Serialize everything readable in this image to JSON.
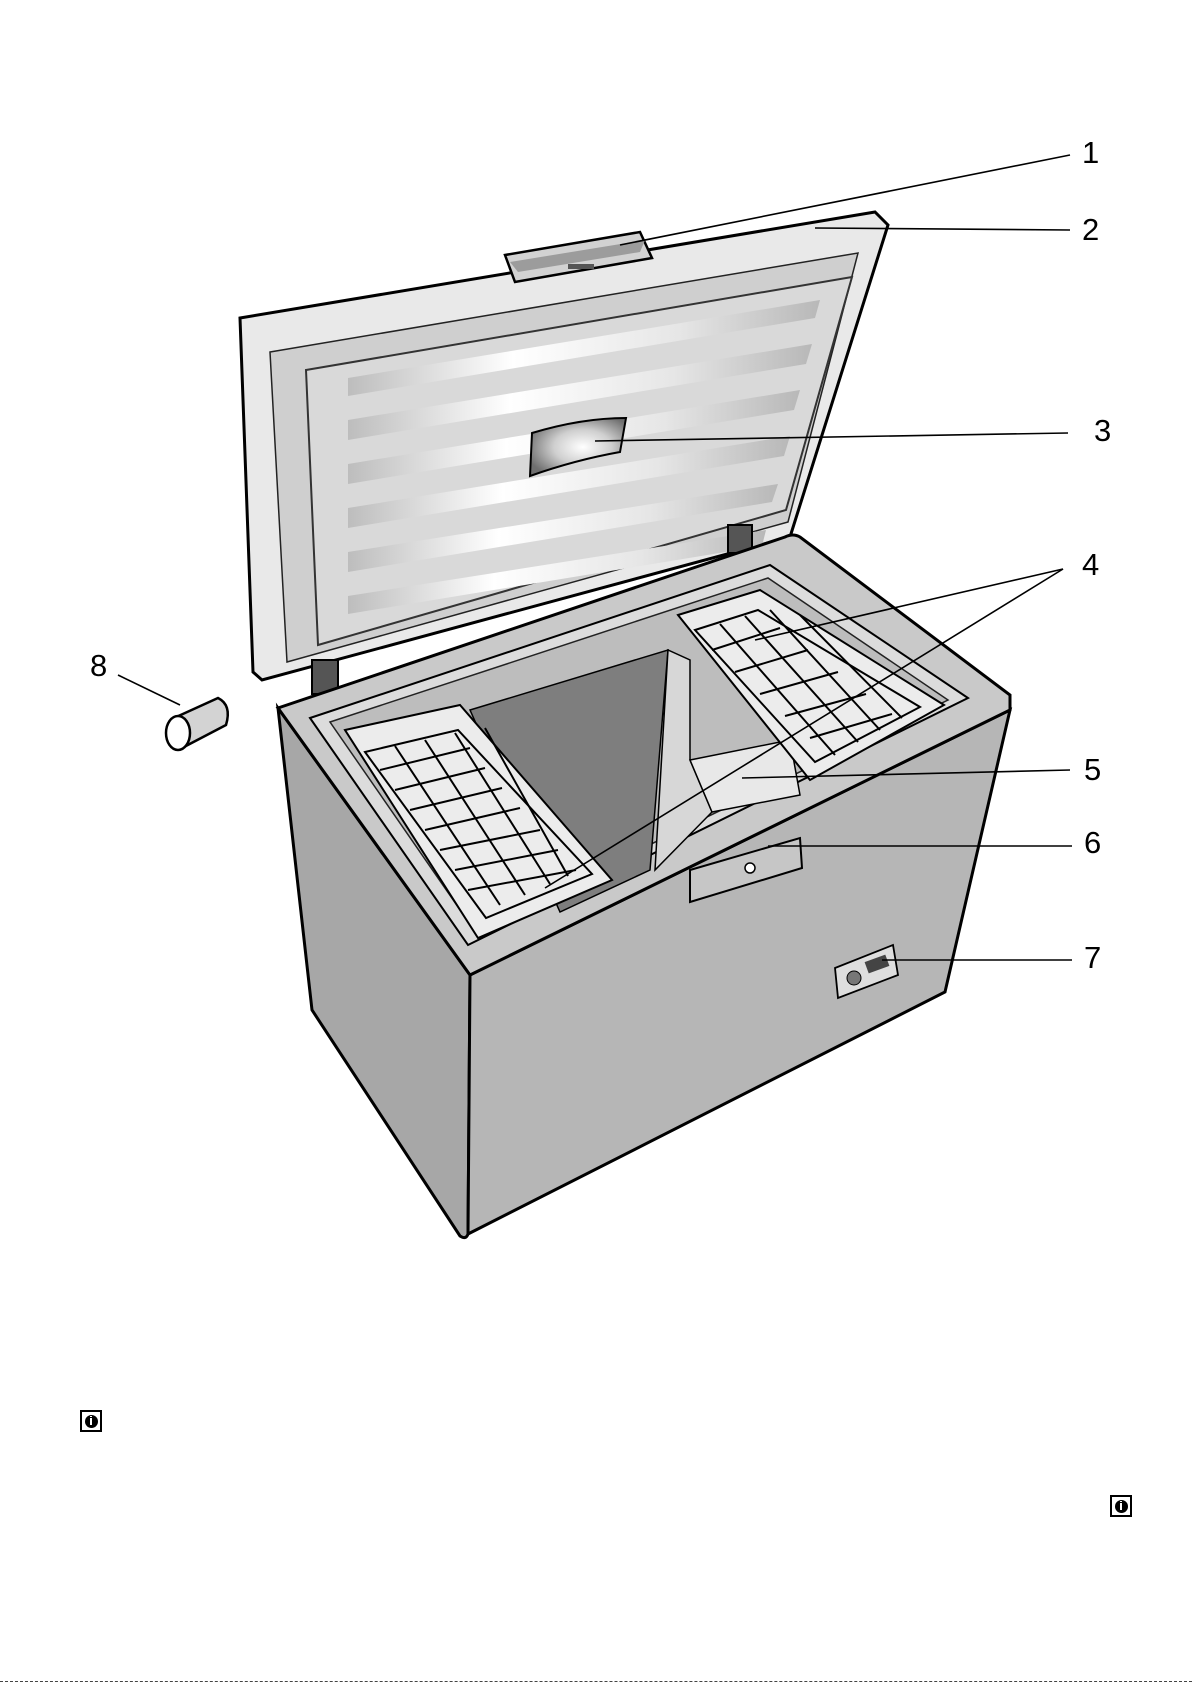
{
  "figure": {
    "callouts": [
      "1",
      "2",
      "3",
      "4",
      "5",
      "6",
      "7",
      "8"
    ]
  },
  "icons": {
    "info": "info-icon"
  },
  "colors": {
    "cabinet": "#b4b4b4",
    "cabinet_dark": "#9a9a9a",
    "lid_outer": "#e8e8e8",
    "liner": "#d6d6d6",
    "interior_dark": "#7f7f7f",
    "outline": "#000000"
  }
}
